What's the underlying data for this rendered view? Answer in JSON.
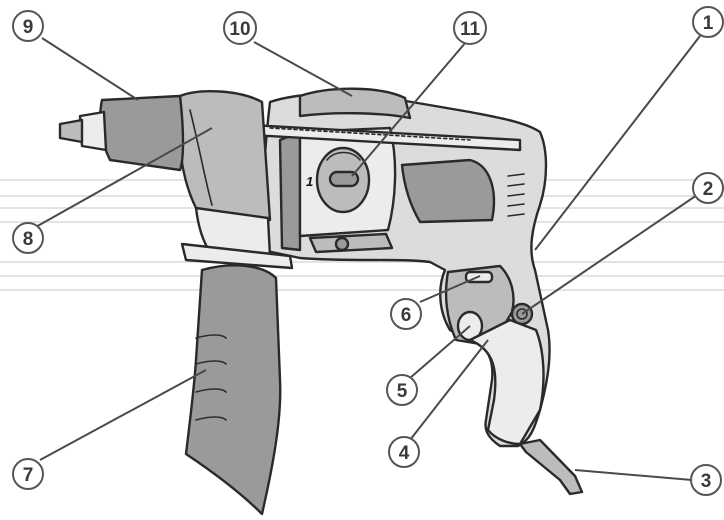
{
  "diagram": {
    "speed_mark": "1",
    "callouts": [
      {
        "id": "c1",
        "label": "1"
      },
      {
        "id": "c2",
        "label": "2"
      },
      {
        "id": "c3",
        "label": "3"
      },
      {
        "id": "c4",
        "label": "4"
      },
      {
        "id": "c5",
        "label": "5"
      },
      {
        "id": "c6",
        "label": "6"
      },
      {
        "id": "c7",
        "label": "7"
      },
      {
        "id": "c8",
        "label": "8"
      },
      {
        "id": "c9",
        "label": "9"
      },
      {
        "id": "c10",
        "label": "10"
      },
      {
        "id": "c11",
        "label": "11"
      }
    ]
  }
}
